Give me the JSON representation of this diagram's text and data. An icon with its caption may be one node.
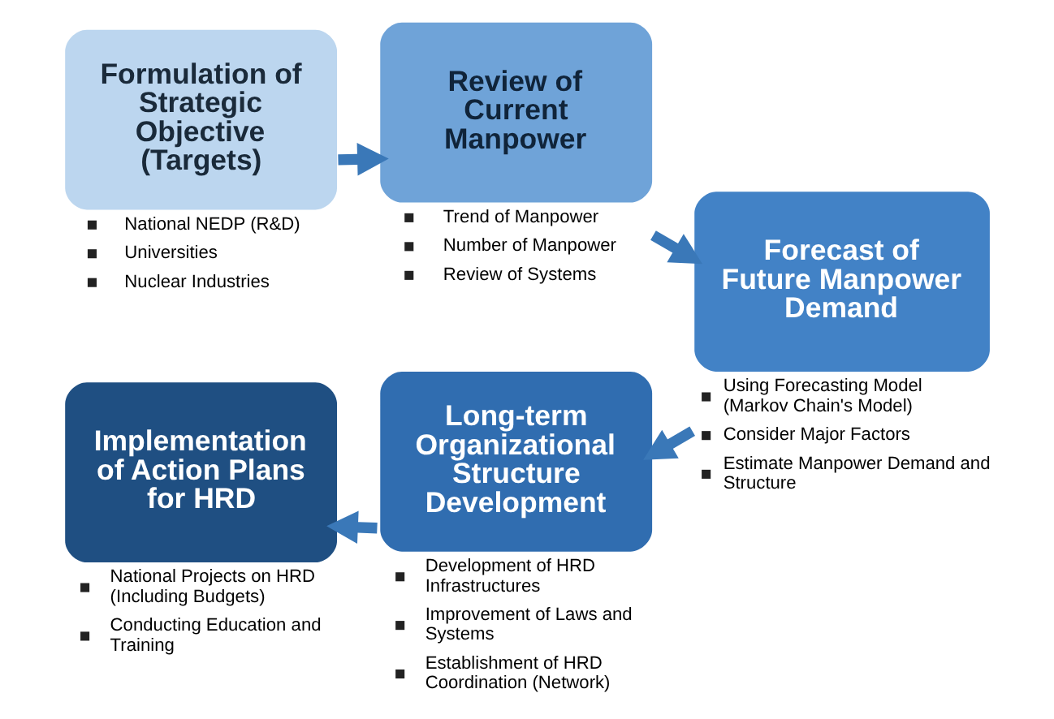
{
  "diagram": {
    "nodes": [
      {
        "text": [
          "Formulation of Strategic Objective (Targets)"
        ],
        "beside": [
          "National NEDP (R&D)",
          "Universities",
          "Nuclear Industries"
        ]
      },
      {
        "text": [
          "Review of Current Manpower"
        ],
        "beside": [
          "Trend of Manpower",
          "Number of Manpower",
          "Review of Systems"
        ]
      },
      {
        "text": [
          "Forecast of Future Manpower Demand"
        ],
        "beside": [
          "Using Forecasting Model (Markov Chain's Model)",
          "Consider Major Factors",
          "Estimate Manpower Demand and Structure"
        ]
      },
      {
        "text": [
          "Long-term Organizational Structure Development"
        ],
        "beside": [
          "Development of HRD Infrastructures",
          "Improvement of Laws and Systems",
          "Establishment of HRD Coordination (Network)"
        ]
      },
      {
        "text": [
          "Implementation of Action Plans for HRD"
        ],
        "beside": [
          "National Projects on HRD (Including Budgets)",
          "Conducting Education and Training"
        ]
      }
    ],
    "edges": [
      {
        "from": 0,
        "to": 1,
        "arrow": "to"
      },
      {
        "from": 1,
        "to": 2,
        "arrow": "to"
      },
      {
        "from": 2,
        "to": 3,
        "arrow": "to"
      },
      {
        "from": 3,
        "to": 4,
        "arrow": "to"
      }
    ]
  }
}
